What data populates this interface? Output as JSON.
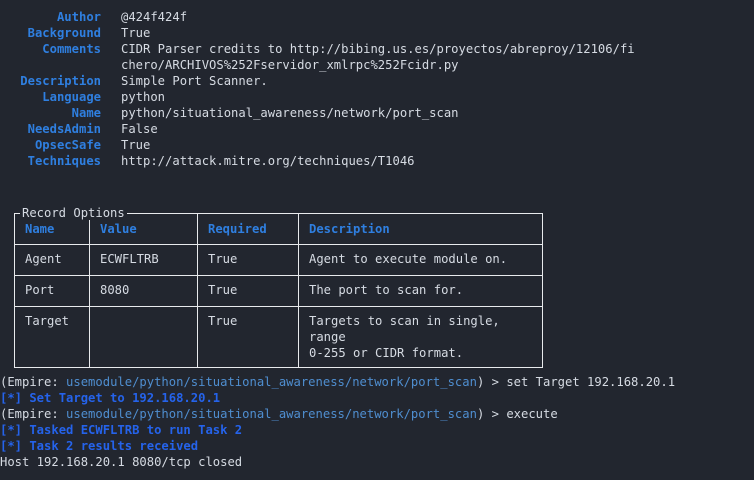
{
  "theme": {
    "background": "#22262f",
    "foreground": "#d6dbe3",
    "label_blue": "#2f7fe0",
    "path_blue": "#4f8ed0",
    "status_blue": "#2563eb",
    "border": "#e8eaed"
  },
  "module_info": {
    "rows": [
      {
        "label": "Author",
        "value": "@424f424f"
      },
      {
        "label": "Background",
        "value": "True"
      },
      {
        "label": "Comments",
        "value": "CIDR Parser credits to http://bibing.us.es/proyectos/abreproy/12106/fi",
        "continuation": "chero/ARCHIVOS%252Fservidor_xmlrpc%252Fcidr.py"
      },
      {
        "label": "Description",
        "value": "Simple Port Scanner."
      },
      {
        "label": "Language",
        "value": "python"
      },
      {
        "label": "Name",
        "value": "python/situational_awareness/network/port_scan"
      },
      {
        "label": "NeedsAdmin",
        "value": "False"
      },
      {
        "label": "OpsecSafe",
        "value": "True"
      },
      {
        "label": "Techniques",
        "value": "http://attack.mitre.org/techniques/T1046"
      }
    ]
  },
  "options_table": {
    "title": "Record Options",
    "headers": [
      "Name",
      "Value",
      "Required",
      "Description"
    ],
    "rows": [
      {
        "name": "Agent",
        "value": "ECWFLTRB",
        "required": "True",
        "description": "Agent to execute module on."
      },
      {
        "name": "Port",
        "value": "8080",
        "required": "True",
        "description": "The port to scan for."
      },
      {
        "name": "Target",
        "value": "",
        "required": "True",
        "description": "Targets to scan in single, range\n0-255 or CIDR format."
      }
    ]
  },
  "console": {
    "prompt_open": "(Empire: ",
    "prompt_path": "usemodule/python/situational_awareness/network/port_scan",
    "prompt_close": ") > ",
    "command_1": "set Target 192.168.20.1",
    "status_1": "[*] Set Target to 192.168.20.1",
    "command_2": "execute",
    "status_2": "[*] Tasked ECWFLTRB to run Task 2",
    "status_3": "[*] Task 2 results received",
    "output_1": "Host 192.168.20.1 8080/tcp closed"
  }
}
